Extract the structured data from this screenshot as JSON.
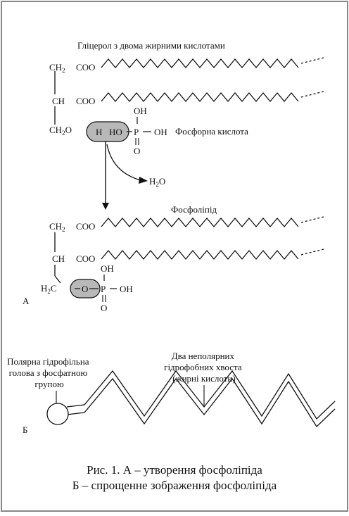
{
  "partA": {
    "title_top": "Гліцерол з двома жирними кислотами",
    "phosphoric_label": "Фосфорна кислота",
    "phospholipid_label": "Фосфоліпід",
    "water": {
      "main": "H",
      "sub": "2",
      "tail": "O"
    },
    "letter": "А",
    "glycerol_top": {
      "ch2": "CH",
      "sub2": "2",
      "coo1": "COO",
      "ch": "CH",
      "coo2": "COO",
      "ch2o": "CH",
      "sub2b": "2",
      "o": "O",
      "h": "H",
      "ho": "HO",
      "p": "P",
      "oh_up": "OH",
      "oh_right": "OH",
      "o_down": "O"
    },
    "glycerol_bottom": {
      "ch2": "CH",
      "sub2": "2",
      "coo1": "COO",
      "ch": "CH",
      "coo2": "COO",
      "h2c_h": "H",
      "h2c_sub": "2",
      "h2c_c": "C",
      "o_left": "O",
      "p": "P",
      "oh_up": "OH",
      "oh_right": "OH",
      "o_down": "O"
    }
  },
  "partB": {
    "head_label_lines": [
      "Полярна гідрофільна",
      "голова з фосфатною",
      "групою"
    ],
    "tail_label_lines": [
      "Два неполярних",
      "гідрофобних хвоста",
      "(жирні кислоти)"
    ],
    "letter": "Б"
  },
  "caption": {
    "line1": "Рис. 1. А – утворення фосфоліпіда",
    "line2": "Б – спрощенне зображення фосфоліпіда"
  }
}
